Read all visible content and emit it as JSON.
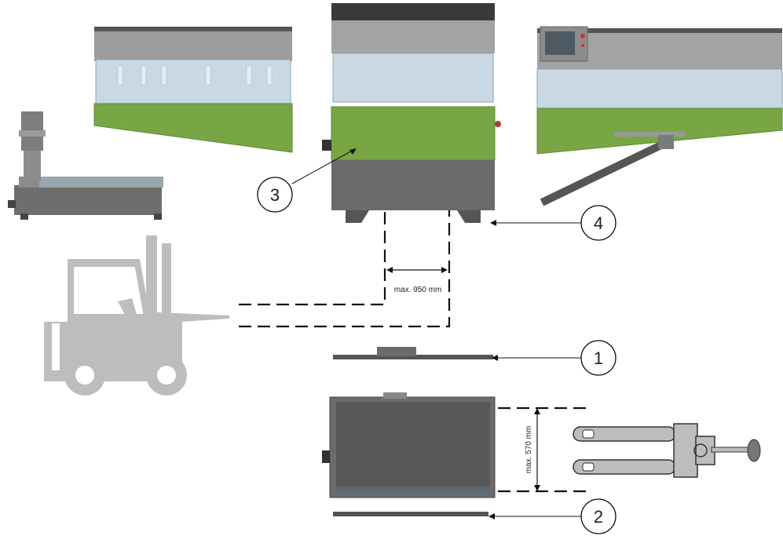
{
  "callouts": [
    {
      "id": "1",
      "label": "1"
    },
    {
      "id": "2",
      "label": "2"
    },
    {
      "id": "3",
      "label": "3"
    },
    {
      "id": "4",
      "label": "4"
    }
  ],
  "dimensions": {
    "forklift_fork_spacing": "max. 950 mm",
    "pallet_truck_fork_width": "max. 570 mm"
  },
  "colors": {
    "machine_green": "#78a644",
    "machine_gray": "#6b6b6b",
    "glass": "#c9d9e3",
    "vehicle_gray": "#bdbdbd",
    "line_dark": "#111111"
  },
  "icons": [
    "forklift-icon",
    "pallet-truck-icon"
  ]
}
